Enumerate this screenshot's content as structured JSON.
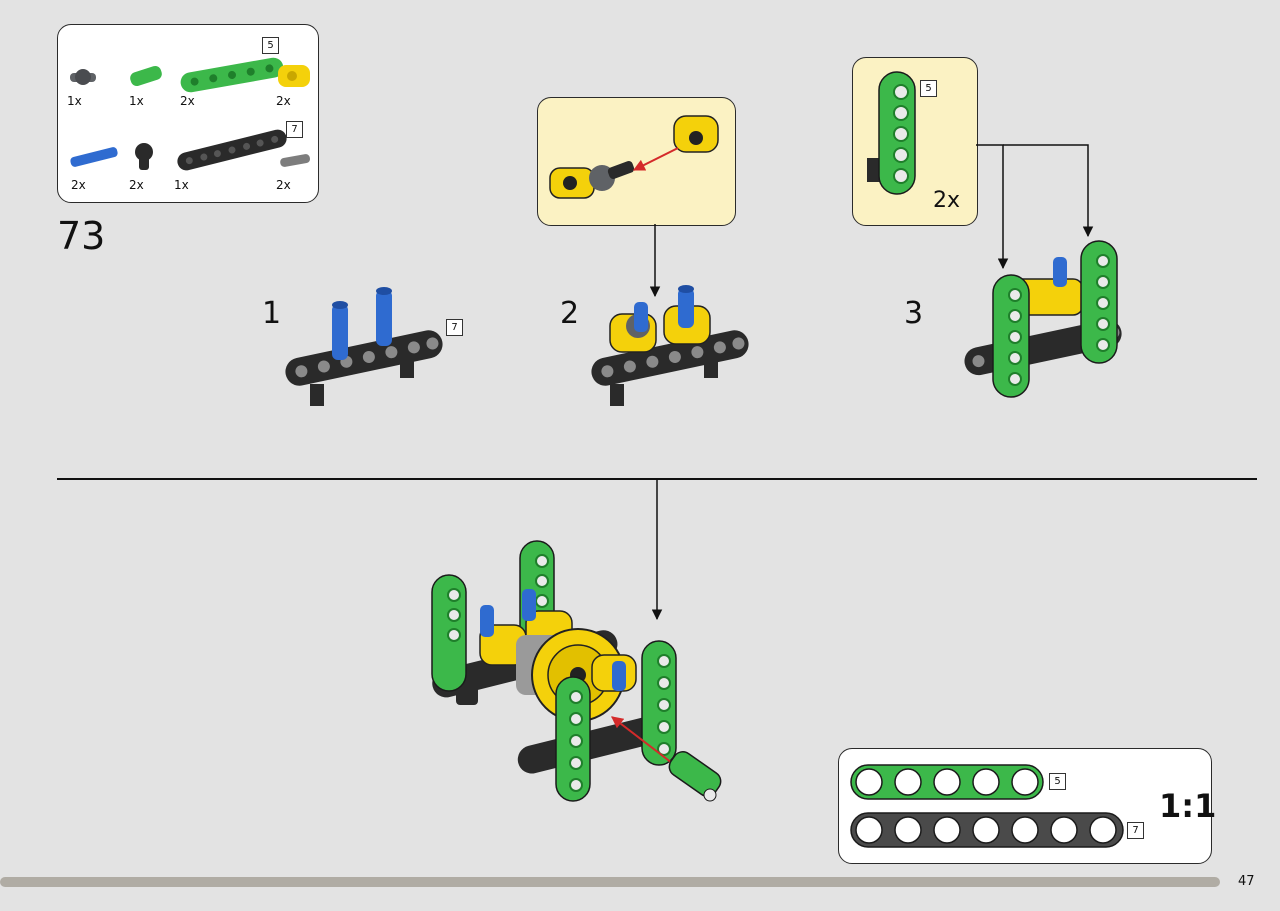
{
  "step": {
    "number": "73"
  },
  "parts_list": {
    "items": [
      {
        "name": "connector-peg",
        "qty": "1x",
        "color": "#5f6266"
      },
      {
        "name": "green-axle-connector",
        "qty": "1x",
        "color": "#3cb84a"
      },
      {
        "name": "green-beam-5",
        "qty": "2x",
        "color": "#3cb84a",
        "length": "5"
      },
      {
        "name": "yellow-connector",
        "qty": "2x",
        "color": "#f4d10b"
      },
      {
        "name": "blue-axle-pin",
        "qty": "2x",
        "color": "#2f6bd0"
      },
      {
        "name": "black-pin-connector",
        "qty": "2x",
        "color": "#2a2a2a"
      },
      {
        "name": "black-beam-7",
        "qty": "1x",
        "color": "#2a2a2a",
        "length": "7"
      },
      {
        "name": "grey-pin",
        "qty": "2x",
        "color": "#7d7d7d"
      }
    ]
  },
  "sub_steps": [
    {
      "number": "1",
      "beam_length": "7"
    },
    {
      "number": "2"
    },
    {
      "number": "3"
    }
  ],
  "repeat_callout": {
    "beam_length": "5",
    "count": "2x"
  },
  "scale_guide": {
    "label": "1:1",
    "green_beam_length": "5",
    "black_beam_length": "7"
  },
  "page": {
    "number": "47"
  },
  "colors": {
    "green": "#3cb84a",
    "yellow": "#f4d10b",
    "blue": "#2f6bd0",
    "black": "#2a2a2a",
    "callout_bg": "#fbf2c3",
    "arrow_red": "#d42a2a"
  }
}
